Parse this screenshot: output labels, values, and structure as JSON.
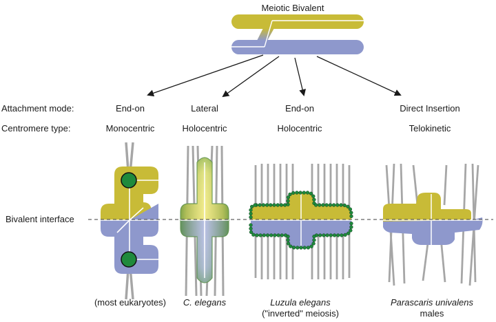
{
  "title": "Meiotic Bivalent",
  "rows": {
    "attachment_label": "Attachment mode:",
    "centromere_label": "Centromere type:",
    "interface_label": "Bivalent interface"
  },
  "panels": [
    {
      "attachment": "End-on",
      "centromere": "Monocentric",
      "caption1": "(most eukaryotes)",
      "caption2": ""
    },
    {
      "attachment": "Lateral",
      "centromere": "Holocentric",
      "caption1": "C. elegans",
      "caption2": ""
    },
    {
      "attachment": "End-on",
      "centromere": "Holocentric",
      "caption1": "Luzula elegans",
      "caption2": "(\"inverted\" meiosis)"
    },
    {
      "attachment": "Direct Insertion",
      "centromere": "Telokinetic",
      "caption1": "Parascaris univalens",
      "caption2": "males"
    }
  ],
  "colors": {
    "homolog_yellow": "#c8bb37",
    "homolog_blue": "#8e98cc",
    "kinetochore_green": "#1f8a3c",
    "microtubule_gray": "#a6a6a6"
  }
}
